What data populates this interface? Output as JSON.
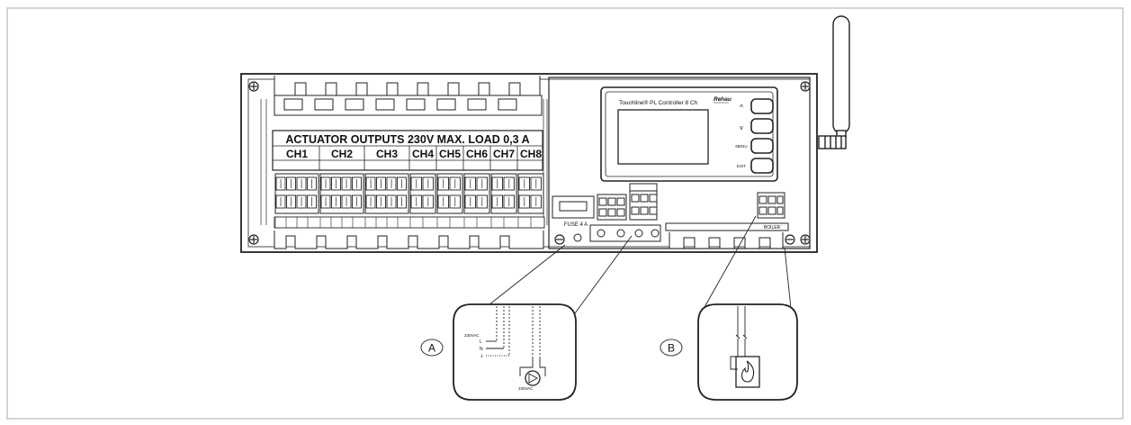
{
  "banner": {
    "text": "ACTUATOR OUTPUTS 230V MAX. LOAD 0,3 A"
  },
  "channels": [
    "CH1",
    "CH2",
    "CH3",
    "CH4",
    "CH5",
    "CH6",
    "CH7",
    "CH8"
  ],
  "controller": {
    "title": "Touchline® PL Controller 8 Ch",
    "brand": "Rehau",
    "buttons": {
      "up": "^",
      "down": "v",
      "menu": "MENU",
      "exit": "EXIT"
    }
  },
  "labels": {
    "fuse": "FUSE 4 A",
    "boiler_terminal": "BOILER"
  },
  "detail_a": {
    "marker": "A",
    "voltage_top": "230VAC",
    "l": "L",
    "n": "N",
    "pe": "⏚",
    "voltage_pump": "230VAC"
  },
  "detail_b": {
    "marker": "B"
  }
}
